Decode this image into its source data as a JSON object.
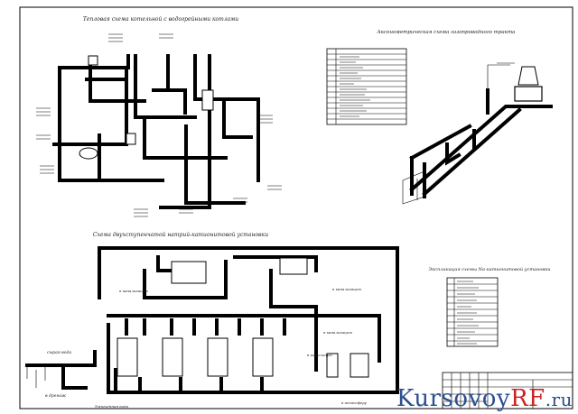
{
  "titles": {
    "heat_scheme": "Тепловая схема котельной с водогрейными котлами",
    "axonometric": "Аксонометрическая схема газопроводного тракта",
    "water_treatment": "Схема двухступенчатой натрий-катионитовой установки",
    "spec": "Экспликация схемы Na-катионитовой установки"
  },
  "flow_labels": {
    "source_water": "сырая вода",
    "to_sewer_left": "в канализацию",
    "to_sewer_right": "в канализацию",
    "to_sewer_upper": "в канализацию",
    "drain": "в дренаж",
    "to_consumer": "в атмосферу",
    "softened": "Умягчённая вода",
    "to_heat": "в котельную"
  },
  "watermark": {
    "part1": "Kursovoy",
    "part2": "RF",
    "part3": ".ru"
  },
  "colors": {
    "line": "#000000",
    "watermark_blue": "#2b4f8f",
    "watermark_red": "#cc2222"
  }
}
